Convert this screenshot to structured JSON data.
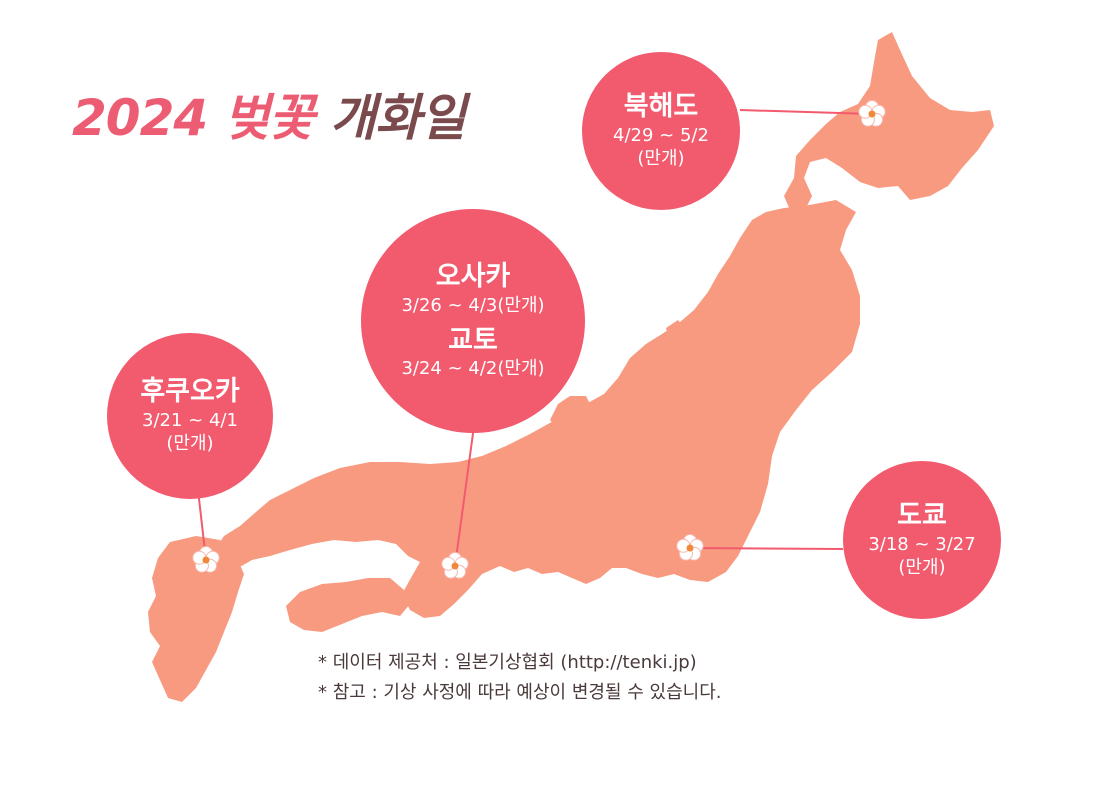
{
  "title": {
    "year": "2024",
    "flower": "벚꽃",
    "rest": "개화일"
  },
  "colors": {
    "land": "#f89a80",
    "bubble": "#f25a6e",
    "line": "#f25a6e",
    "flower_petal": "#ffffff",
    "flower_center": "#f0883a",
    "title_pink": "#ec5c73",
    "title_brown": "#7a4a4c"
  },
  "cities": [
    {
      "name": "북해도",
      "dates": [
        "4/29 ~ 5/2",
        "(만개)"
      ],
      "icon": "cherry-blossom-icon"
    },
    {
      "name": "오사카",
      "dates": [
        "3/26 ~ 4/3(만개)"
      ],
      "icon": "cherry-blossom-icon"
    },
    {
      "name": "교토",
      "dates": [
        "3/24 ~ 4/2(만개)"
      ],
      "icon": "cherry-blossom-icon"
    },
    {
      "name": "후쿠오카",
      "dates": [
        "3/21 ~ 4/1",
        "(만개)"
      ],
      "icon": "cherry-blossom-icon"
    },
    {
      "name": "도쿄",
      "dates": [
        "3/18 ~ 3/27",
        "(만개)"
      ],
      "icon": "cherry-blossom-icon"
    }
  ],
  "notes": [
    "* 데이터 제공처 : 일본기상협회 (http://tenki.jp)",
    "* 참고 : 기상 사정에 따라 예상이 변경될 수 있습니다."
  ]
}
